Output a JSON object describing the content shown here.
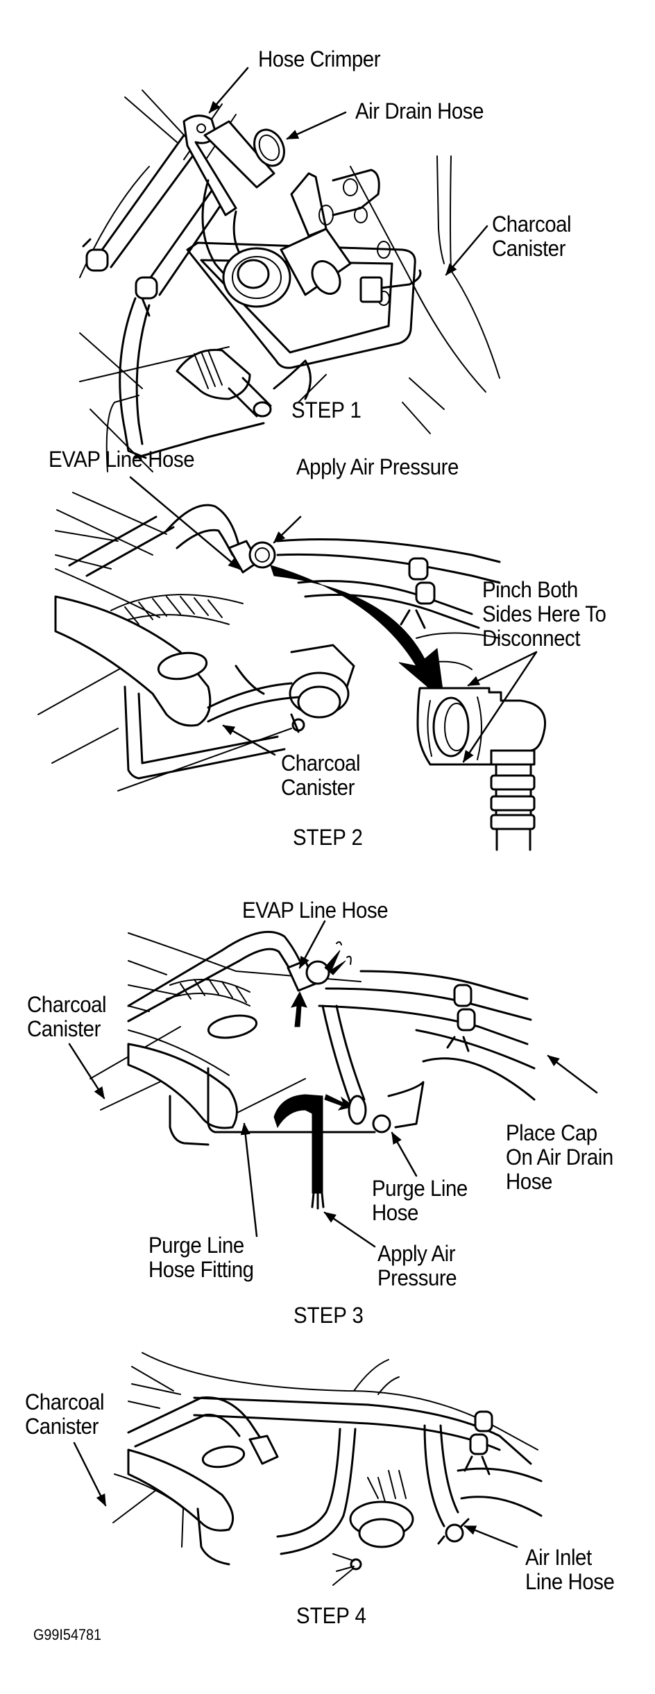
{
  "figure_code": "G99I54781",
  "steps": [
    {
      "title": "STEP 1",
      "labels": {
        "hose_crimper": "Hose Crimper",
        "air_drain_hose": "Air Drain Hose",
        "charcoal_canister": [
          "Charcoal",
          "Canister"
        ]
      }
    },
    {
      "title": "STEP 2",
      "labels": {
        "evap_line_hose": "EVAP Line Hose",
        "apply_air_pressure": "Apply Air Pressure",
        "pinch_both_sides": [
          "Pinch Both",
          "Sides Here To",
          "Disconnect"
        ],
        "charcoal_canister": [
          "Charcoal",
          "Canister"
        ]
      }
    },
    {
      "title": "STEP 3",
      "labels": {
        "evap_line_hose": "EVAP Line Hose",
        "charcoal_canister": [
          "Charcoal",
          "Canister"
        ],
        "place_cap": [
          "Place Cap",
          "On Air Drain",
          "Hose"
        ],
        "purge_line_hose": [
          "Purge Line",
          "Hose"
        ],
        "purge_line_hose_fitting": [
          "Purge Line",
          "Hose Fitting"
        ],
        "apply_air_pressure": [
          "Apply Air",
          "Pressure"
        ]
      }
    },
    {
      "title": "STEP 4",
      "labels": {
        "charcoal_canister": [
          "Charcoal",
          "Canister"
        ],
        "air_inlet_line_hose": [
          "Air Inlet",
          "Line Hose"
        ]
      }
    }
  ]
}
